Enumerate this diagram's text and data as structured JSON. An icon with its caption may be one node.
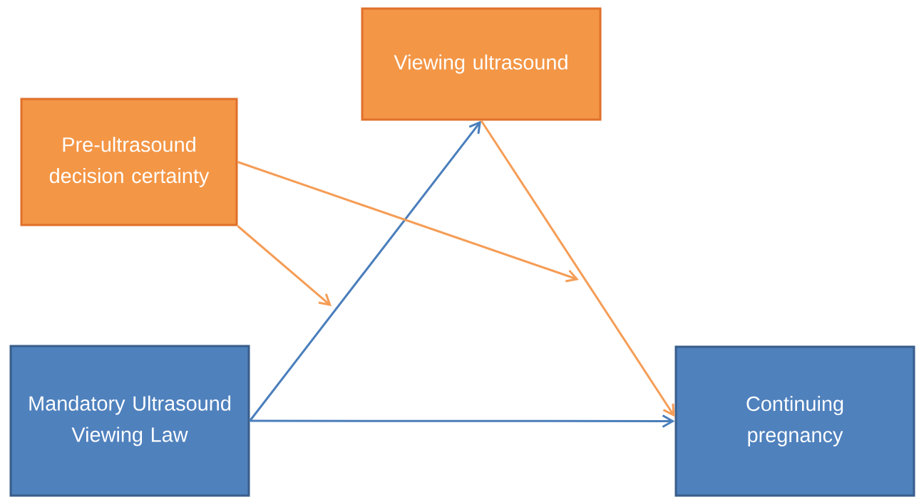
{
  "diagram": {
    "nodes": [
      {
        "text": [
          "Viewing ultrasound"
        ]
      },
      {
        "text": [
          "Pre-ultrasound decision certainty"
        ]
      },
      {
        "text": [
          "Mandatory Ultrasound Viewing Law"
        ]
      },
      {
        "text": [
          "Continuing pregnancy"
        ]
      }
    ],
    "edges": [
      {
        "from": 2,
        "to": 0,
        "arrow": "to",
        "color": "#4a7ebb"
      },
      {
        "from": 2,
        "to": 3,
        "arrow": "to",
        "color": "#4a7ebb"
      },
      {
        "from": 0,
        "to": 3,
        "arrow": "to"
      },
      {
        "from": 1,
        "to": null,
        "arrow": "to"
      },
      {
        "from": 1,
        "to": null,
        "arrow": "to"
      }
    ]
  }
}
